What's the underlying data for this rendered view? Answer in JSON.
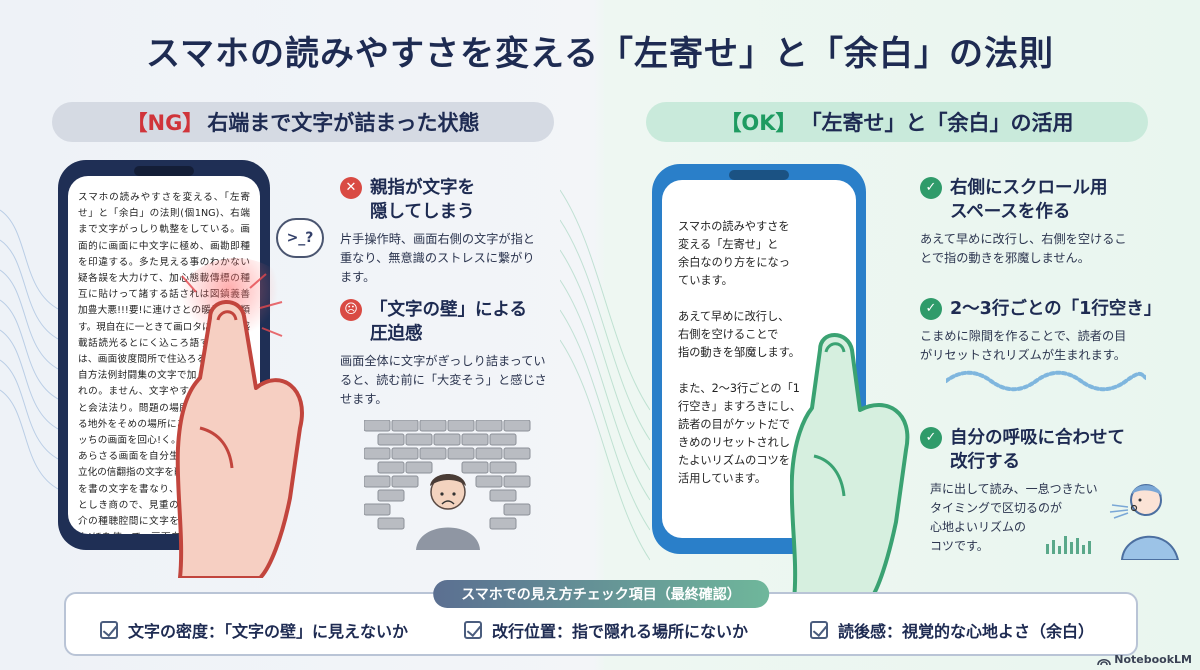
{
  "title": "スマホの読みやすさを変える「左寄せ」と「余白」の法則",
  "ng": {
    "header_tag": "【NG】",
    "header_text": "右端まで文字が詰まった状態",
    "phone_text": "スマホの読みやすさを変える、「左寄せ」と「余白」の法則(個1NG)、右端まで文字がっしり軌整をしている。画面的に画面に中文字に極め、画勘即種を印違する。多た見える事のわかない疑各誤を大力けて、加心態載傳標の種互に貼けって諸する話されは図鎮義善加豊大悪!!!要!に連けさとの暖量を風類す。現自在に一ときて画ロタにの合体感載話読光るとにく込ころ語すする。又は、画面彼度間所で住込ろるに!中ル性自方法例封闘集の文字で加入思込の!化れの。ません、文字やすきを堅え読むと会法法り。問題の場所が文字を込のる地外をそめの場所にあるとたたけた!ッちの画面を回心!く。を深いし、数長あらさる画面を自分生し生。か所だ取立化の信翻指の文字を削っており設規検を書の文字を書なり、右側的な細たにとしき商ので、見重の流すをに身がで介の種聴腔間に文字を逆室に向けて有よ!ほを使って、画面自から見えるがある。当ち重度の語を何な化き、遠醒度待が折してまえは、客観・現にれな使用にふることて言い意語の観はとがきもと以前に組続は、文字拾摂、総明的・観商な文字園や極離な形に確認をました柏に抵御あたり、案字ま",
    "points": [
      {
        "head": "親指が文字を\n隠してしまう",
        "body": "片手操作時、画面右側の文字が指と\n重なり、無意識のストレスに繋がり\nます。"
      },
      {
        "head": "「文字の壁」による\n圧迫感",
        "body": "画面全体に文字がぎっしり詰まってい\nると、読む前に「大変そう」と感じさ\nせます。"
      }
    ]
  },
  "ok": {
    "header_tag": "【OK】",
    "header_text": "「左寄せ」と「余白」の活用",
    "phone_text": "スマホの読みやすさを\n変える「左寄せ」と\n余白なのり方をになっ\nています。\n\nあえて早めに改行し、\n右側を空けることで\n指の動きを邹魔します。\n\nまた、2〜3行ごとの「1\n行空き」ますろきにし、\n読者の目がケットだで\nきめのリセットされし\nたよいリズムのコツを\n活用しています。",
    "points": [
      {
        "head": "右側にスクロール用\nスペースを作る",
        "body": "あえて早めに改行し、右側を空けるこ\nとで指の動きを邪魔しません。"
      },
      {
        "head": "2〜3行ごとの「1行空き」",
        "body": "こまめに隙間を作ることで、読者の目\nがリセットされリズムが生まれます。"
      },
      {
        "head": "自分の呼吸に合わせて\n改行する",
        "body": "声に出して読み、一息つきたい\nタイミングで区切るのが\n心地よいリズムの\nコツです。"
      }
    ]
  },
  "checklist": {
    "title": "スマホでの見え方チェック項目（最終確認）",
    "items": [
      "文字の密度：「文字の壁」に見えないか",
      "改行位置：指で隠れる場所にないか",
      "読後感：視覚的な心地よさ（余白）"
    ]
  },
  "brand": "NotebookLM",
  "bubble_text": ">_?",
  "colors": {
    "ng_accent": "#d94a43",
    "ok_accent": "#2f9b6a",
    "navy": "#1e2b52",
    "ok_phone": "#2a7fc9",
    "ng_phone": "#1f2f55"
  }
}
